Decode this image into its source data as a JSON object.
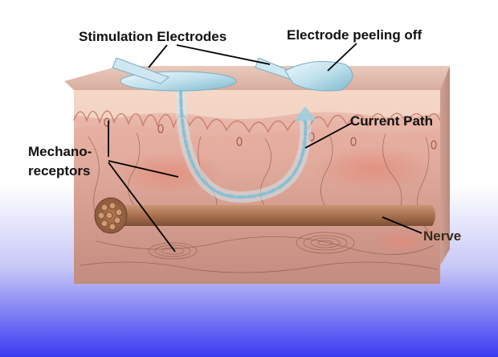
{
  "labels": {
    "stimulation_electrodes": "Stimulation Electrodes",
    "electrode_peeling": "Electrode peeling off",
    "current_path": "Current Path",
    "mechanoreceptors_line1": "Mechano-",
    "mechanoreceptors_line2": "receptors",
    "nerve": "Nerve"
  },
  "colors": {
    "background_top": "#ffffff",
    "background_bottom": "#3a3af2",
    "skin_surface": "#dcb8a8",
    "skin_front": "#e8b8aa",
    "deep_tissue": "#c99184",
    "side_face": "#c89a8e",
    "nerve": "#b07b5a",
    "current_path": "#8cc8d8",
    "electrode": "#bfe0ec"
  }
}
